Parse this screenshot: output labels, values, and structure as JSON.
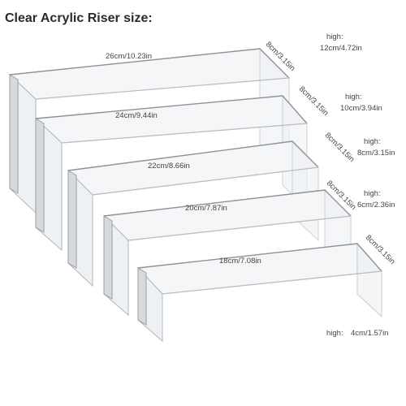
{
  "title": "Clear Acrylic Riser size:",
  "risers": [
    {
      "width": "26cm/10.23in",
      "depth": "8cm/3.15in",
      "high_label": "high:",
      "high": "12cm/4.72in"
    },
    {
      "width": "24cm/9.44in",
      "depth": "8cm/3.15in",
      "high_label": "high:",
      "high": "10cm/3.94in"
    },
    {
      "width": "22cm/8.66in",
      "depth": "8cm/3.15in",
      "high_label": "high:",
      "high": "8cm/3.15in"
    },
    {
      "width": "20cm/7.87in",
      "depth": "8cm/3.15in",
      "high_label": "high:",
      "high": "6cm/2.36in"
    },
    {
      "width": "18cm/7.08in",
      "depth": "8cm/3.15in",
      "high_label": "high:",
      "high": "4cm/1.57in"
    }
  ]
}
